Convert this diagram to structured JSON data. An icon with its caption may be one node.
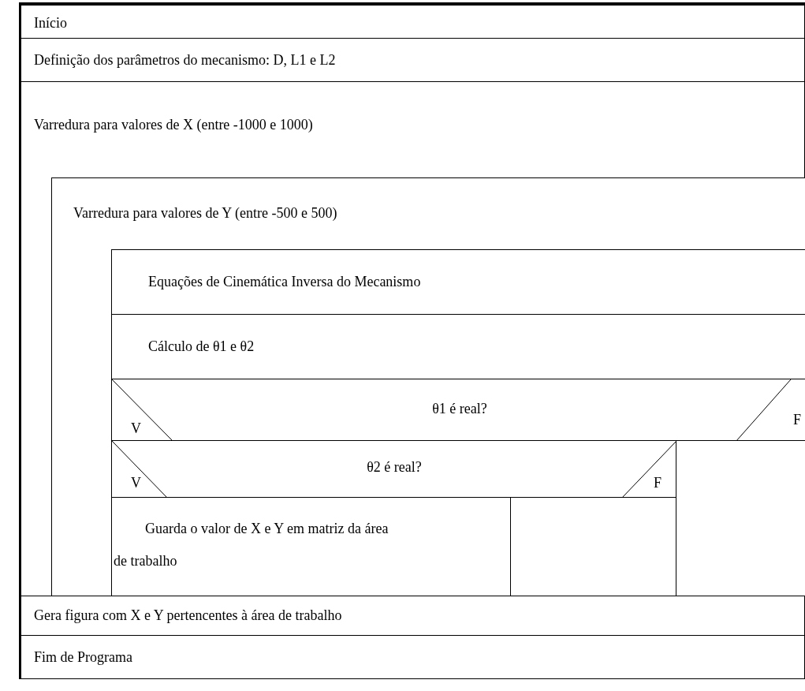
{
  "diagram": {
    "nodes": [
      {
        "text": [
          "Início"
        ]
      },
      {
        "text": [
          "Definição dos parâmetros do mecanismo: D, L1 e L2"
        ]
      },
      {
        "text": [
          "Varredura para valores de X  (entre -1000 e 1000)"
        ]
      },
      {
        "text": [
          "Varredura para valores de Y (entre -500 e 500)"
        ],
        "in": 2
      },
      {
        "text": [
          "Equações de Cinemática Inversa do Mecanismo"
        ],
        "in": 3
      },
      {
        "text": [
          "Cálculo de θ1 e θ2"
        ],
        "in": 3
      },
      {
        "text": [
          "θ1 é real?",
          "V",
          "F"
        ],
        "in": 3
      },
      {
        "text": [
          "θ2 é real?",
          "V",
          "F"
        ],
        "in": 3
      },
      {
        "text": [
          "Guarda o valor de X e Y em matriz da área de trabalho"
        ],
        "in": 3
      },
      {
        "text": [],
        "shape": "box",
        "in": 3
      },
      {
        "text": [],
        "shape": "box",
        "in": 3
      },
      {
        "text": [
          "Gera figura com X e Y pertencentes à área de trabalho"
        ]
      },
      {
        "text": [
          "Fim de Programa"
        ]
      }
    ]
  }
}
